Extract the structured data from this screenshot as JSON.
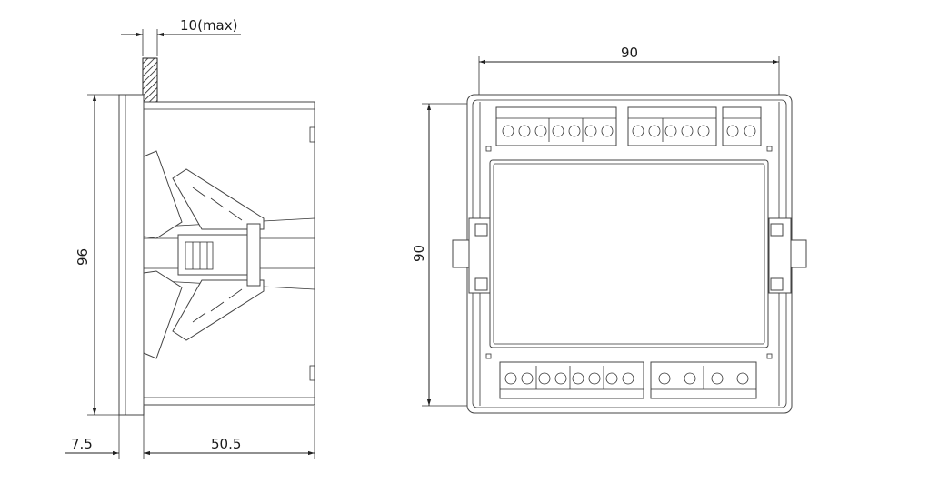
{
  "diagram": {
    "side_view": {
      "dim_panel_thickness": "10(max)",
      "dim_height": "96",
      "dim_front_depth": "7.5",
      "dim_body_depth": "50.5"
    },
    "rear_view": {
      "dim_width": "90",
      "dim_height": "90"
    }
  }
}
